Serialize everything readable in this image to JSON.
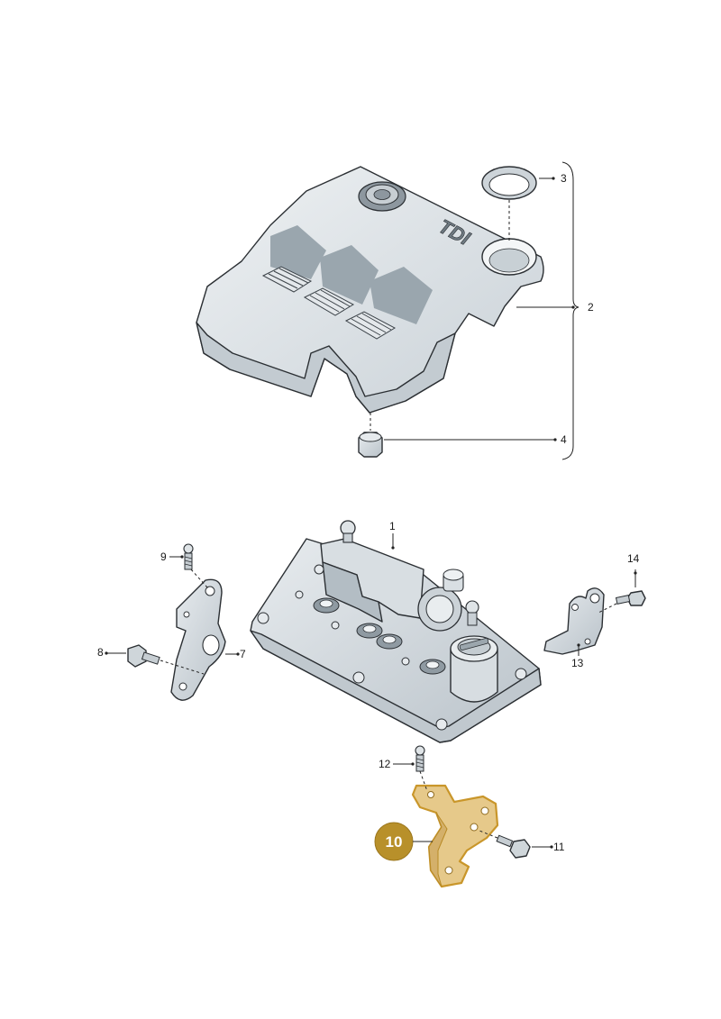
{
  "callouts": {
    "c1": "1",
    "c2": "2",
    "c3": "3",
    "c4": "4",
    "c7": "7",
    "c8": "8",
    "c9": "9",
    "c10": "10",
    "c11": "11",
    "c12": "12",
    "c13": "13",
    "c14": "14"
  },
  "cover_logo_text": "TDI",
  "colors": {
    "part_fill": "#dde3e7",
    "part_shadow": "#b8c1c8",
    "part_dark": "#98a3ab",
    "highlight_fill": "#e6c98a",
    "highlight_stroke": "#c9962a",
    "highlight_badge": "#b8902a"
  }
}
